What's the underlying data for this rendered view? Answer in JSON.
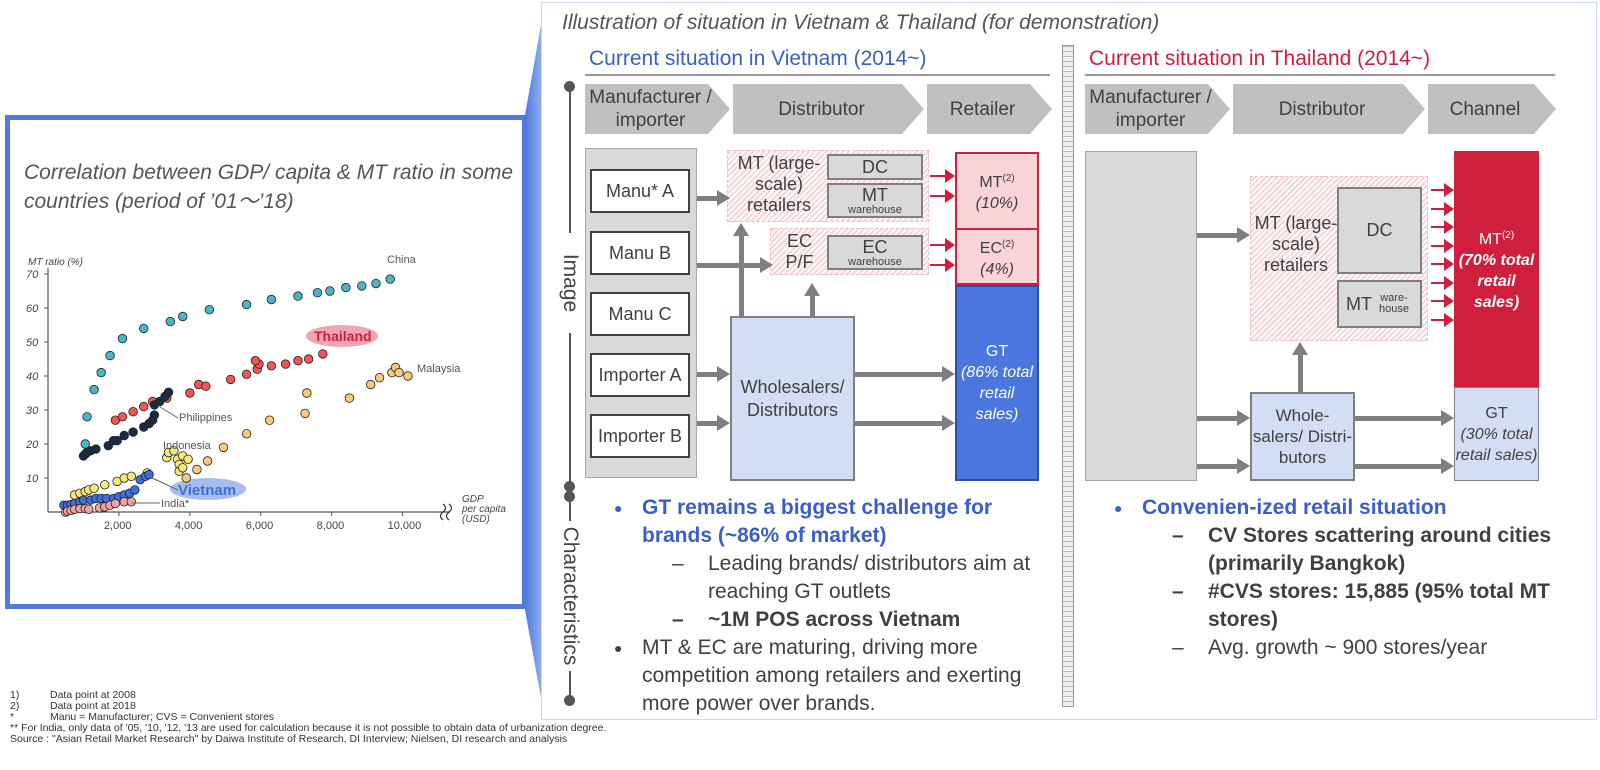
{
  "colors": {
    "accent_blue": "#4f7be0",
    "vietnam_blue": "#3a5fc8",
    "thailand_red": "#d01f3c",
    "gray_chevron": "#c0c0c0",
    "gt_blue": "#4a76dd",
    "mt_pink": "#f8d3d8",
    "light_blue_box": "#d3def4"
  },
  "left_panel": {
    "title": "Correlation between GDP/ capita & MT ratio in some countries (period of ’01～’18)"
  },
  "chart_data": {
    "type": "scatter",
    "title": "Correlation between GDP/ capita & MT ratio in some countries (period of ’01～’18)",
    "xlabel": "GDP per capita (USD)",
    "ylabel": "MT ratio (%)",
    "xlim": [
      0,
      10500
    ],
    "ylim": [
      0,
      70
    ],
    "xticks": [
      2000,
      4000,
      6000,
      8000,
      10000
    ],
    "xtick_labels": [
      "2,000",
      "4,000",
      "6,000",
      "8,000",
      "10,000"
    ],
    "yticks": [
      10,
      20,
      30,
      40,
      50,
      60,
      70
    ],
    "ytick_labels": [
      "10",
      "20",
      "30",
      "40",
      "50",
      "60",
      "70"
    ],
    "axis_break": "x-axis after 10,000",
    "grid": false,
    "series": [
      {
        "name": "China",
        "color": "#4bb5c8",
        "label_pos": "top-right",
        "points": [
          [
            1050,
            20
          ],
          [
            1100,
            28
          ],
          [
            1300,
            36
          ],
          [
            1500,
            41
          ],
          [
            1750,
            46
          ],
          [
            2100,
            51
          ],
          [
            2700,
            54
          ],
          [
            3450,
            56
          ],
          [
            3800,
            57.5
          ],
          [
            4550,
            59.5
          ],
          [
            5600,
            61
          ],
          [
            6300,
            62.5
          ],
          [
            7050,
            63.5
          ],
          [
            7600,
            64.5
          ],
          [
            7950,
            65
          ],
          [
            8400,
            66
          ],
          [
            8850,
            66.5
          ],
          [
            9250,
            67.2
          ],
          [
            9650,
            68.5
          ]
        ]
      },
      {
        "name": "Thailand",
        "color": "#f05454",
        "highlight": true,
        "points": [
          [
            1900,
            27
          ],
          [
            2100,
            28
          ],
          [
            2400,
            29.5
          ],
          [
            2700,
            31
          ],
          [
            2950,
            32.5
          ],
          [
            3350,
            33.5
          ],
          [
            4000,
            35
          ],
          [
            4250,
            37.5
          ],
          [
            4450,
            37
          ],
          [
            5150,
            39
          ],
          [
            5600,
            40.5
          ],
          [
            5900,
            42
          ],
          [
            5950,
            43.5
          ],
          [
            5850,
            44.5
          ],
          [
            6300,
            43
          ],
          [
            6700,
            43.5
          ],
          [
            7050,
            44.5
          ],
          [
            7350,
            45
          ],
          [
            7750,
            46.5
          ]
        ]
      },
      {
        "name": "Philippines",
        "color": "#1c2b45",
        "points": [
          [
            1000,
            16.5
          ],
          [
            1050,
            17
          ],
          [
            1100,
            17.5
          ],
          [
            1200,
            18
          ],
          [
            1350,
            18.5
          ],
          [
            1700,
            19.5
          ],
          [
            1850,
            21
          ],
          [
            1950,
            21
          ],
          [
            2150,
            22.5
          ],
          [
            2400,
            23.5
          ],
          [
            2700,
            25
          ],
          [
            2850,
            26
          ],
          [
            2950,
            27
          ],
          [
            3000,
            28.5
          ],
          [
            3000,
            31.5
          ],
          [
            3150,
            32.5
          ],
          [
            3300,
            34
          ],
          [
            3400,
            35.2
          ]
        ]
      },
      {
        "name": "Indonesia",
        "color": "#f7e87a",
        "points": [
          [
            750,
            5
          ],
          [
            900,
            5.5
          ],
          [
            1050,
            6
          ],
          [
            1150,
            6.5
          ],
          [
            1300,
            7
          ],
          [
            1600,
            8
          ],
          [
            1950,
            9
          ],
          [
            2150,
            10
          ],
          [
            2350,
            10.5
          ],
          [
            2800,
            11.5
          ],
          [
            3350,
            16
          ],
          [
            3400,
            17.5
          ],
          [
            3550,
            18
          ],
          [
            3650,
            15.5
          ],
          [
            3700,
            14
          ],
          [
            3700,
            12
          ],
          [
            3800,
            16.5
          ],
          [
            3950,
            15.5
          ],
          [
            3800,
            13
          ]
        ]
      },
      {
        "name": "Malaysia",
        "color": "#fcc97a",
        "label_pos": "right",
        "points": [
          [
            3900,
            10
          ],
          [
            4200,
            12.5
          ],
          [
            4500,
            15
          ],
          [
            4950,
            19
          ],
          [
            5600,
            23
          ],
          [
            6250,
            27
          ],
          [
            7250,
            29
          ],
          [
            7300,
            35
          ],
          [
            8500,
            33.5
          ],
          [
            9100,
            37.5
          ],
          [
            9350,
            39.5
          ],
          [
            9700,
            41
          ],
          [
            9800,
            42.5
          ],
          [
            9900,
            41
          ],
          [
            10150,
            40
          ]
        ]
      },
      {
        "name": "Vietnam",
        "color": "#3f6fdb",
        "highlight": true,
        "points": [
          [
            450,
            2
          ],
          [
            550,
            2
          ],
          [
            650,
            2.2
          ],
          [
            750,
            2.5
          ],
          [
            900,
            3
          ],
          [
            1000,
            3.5
          ],
          [
            1200,
            3.5
          ],
          [
            1350,
            4
          ],
          [
            1500,
            4
          ],
          [
            1650,
            4
          ],
          [
            1850,
            4
          ],
          [
            2000,
            4.5
          ],
          [
            2150,
            5
          ],
          [
            2300,
            5.5
          ],
          [
            2450,
            6.5
          ],
          [
            2600,
            9.5
          ],
          [
            2750,
            10.5
          ],
          [
            2850,
            11
          ]
        ]
      },
      {
        "name": "India*",
        "color": "#f0a0a0",
        "points": [
          [
            500,
            0
          ],
          [
            550,
            0.3
          ],
          [
            650,
            0.5
          ],
          [
            750,
            0.8
          ],
          [
            900,
            1
          ],
          [
            1050,
            1
          ],
          [
            1150,
            0.8
          ],
          [
            1450,
            1.2
          ],
          [
            1600,
            1.5
          ],
          [
            1750,
            2
          ],
          [
            1900,
            2.5
          ],
          [
            2150,
            3
          ],
          [
            2350,
            3
          ]
        ]
      }
    ],
    "annotations": [
      "China",
      "Thailand",
      "Philippines",
      "Indonesia",
      "Malaysia",
      "Vietnam",
      "India*"
    ]
  },
  "footnotes": [
    {
      "mark": "1)",
      "text": "Data point at 2008"
    },
    {
      "mark": "2)",
      "text": "Data point at 2018"
    },
    {
      "mark": "*",
      "text": "Manu = Manufacturer; CVS = Convenient stores"
    }
  ],
  "footnote_india": "** For India, only data of '05, '10, '12, '13 are used for calculation because it is not possible to obtain data of urbanization degree.",
  "source": "Source : \"Asian Retail Market Research\" by Daiwa Institute of Research, DI Interview; Nielsen, DI research and analysis",
  "main": {
    "title": "Illustration of situation in Vietnam & Thailand (for demonstration)",
    "axis_labels": {
      "image": "Image",
      "characteristics": "Characteristics"
    },
    "vietnam": {
      "heading": "Current situation in Vietnam (2014~)",
      "chevrons": [
        "Manufacturer / importer",
        "Distributor",
        "Retailer"
      ],
      "suppliers": [
        "Manu* A",
        "Manu B",
        "Manu C",
        "Importer A",
        "Importer B"
      ],
      "mt_retailers": "MT (large-scale) retailers",
      "dc": "DC",
      "mt_warehouse_big": "MT",
      "mt_warehouse_small": "warehouse",
      "ec_pf": "EC P/F",
      "ec_warehouse_big": "EC",
      "ec_warehouse_small": "warehouse",
      "wholesalers": "Wholesalers/ Distributors",
      "channels": {
        "mt_label": "MT",
        "mt_note": "(2)",
        "mt_share": "(10%)",
        "ec_label": "EC",
        "ec_note": "(2)",
        "ec_share": "(4%)",
        "gt_label": "GT",
        "gt_share": "(86% total retail sales)"
      },
      "channel_shares_pct": {
        "MT": 10,
        "EC": 4,
        "GT": 86
      },
      "bullets": [
        {
          "text": "GT remains a biggest challenge for brands (~86% of market)",
          "style": "blue-bold",
          "subs": [
            {
              "text": "Leading brands/ distributors aim at reaching GT outlets",
              "bold": false
            },
            {
              "text": "~1M POS across Vietnam",
              "bold": true
            }
          ]
        },
        {
          "text": "MT & EC are maturing, driving more competition among retailers and exerting more power over brands.",
          "style": "normal",
          "subs": []
        }
      ]
    },
    "thailand": {
      "heading": "Current situation in Thailand (2014~)",
      "chevrons": [
        "Manufacturer / importer",
        "Distributor",
        "Channel"
      ],
      "mt_retailers": "MT (large-scale) retailers",
      "dc": "DC",
      "mt_warehouse_big": "MT",
      "mt_warehouse_small": "ware-house",
      "wholesalers": "Whole-salers/ Distri-butors",
      "channels": {
        "mt_label": "MT",
        "mt_note": "(2)",
        "mt_share": "(70% total retail sales)",
        "gt_label": "GT",
        "gt_share": "(30% total retail sales)"
      },
      "channel_shares_pct": {
        "MT": 70,
        "GT": 30
      },
      "bullets": [
        {
          "text": "Convenien-ized retail situation",
          "style": "blue-bold",
          "subs": [
            {
              "text": "CV Stores scattering around cities (primarily Bangkok)",
              "bold": true
            },
            {
              "text": "#CVS stores: 15,885 (95% total MT stores)",
              "bold": true
            },
            {
              "text": "Avg. growth ~ 900 stores/year",
              "bold": false
            }
          ]
        }
      ]
    }
  }
}
